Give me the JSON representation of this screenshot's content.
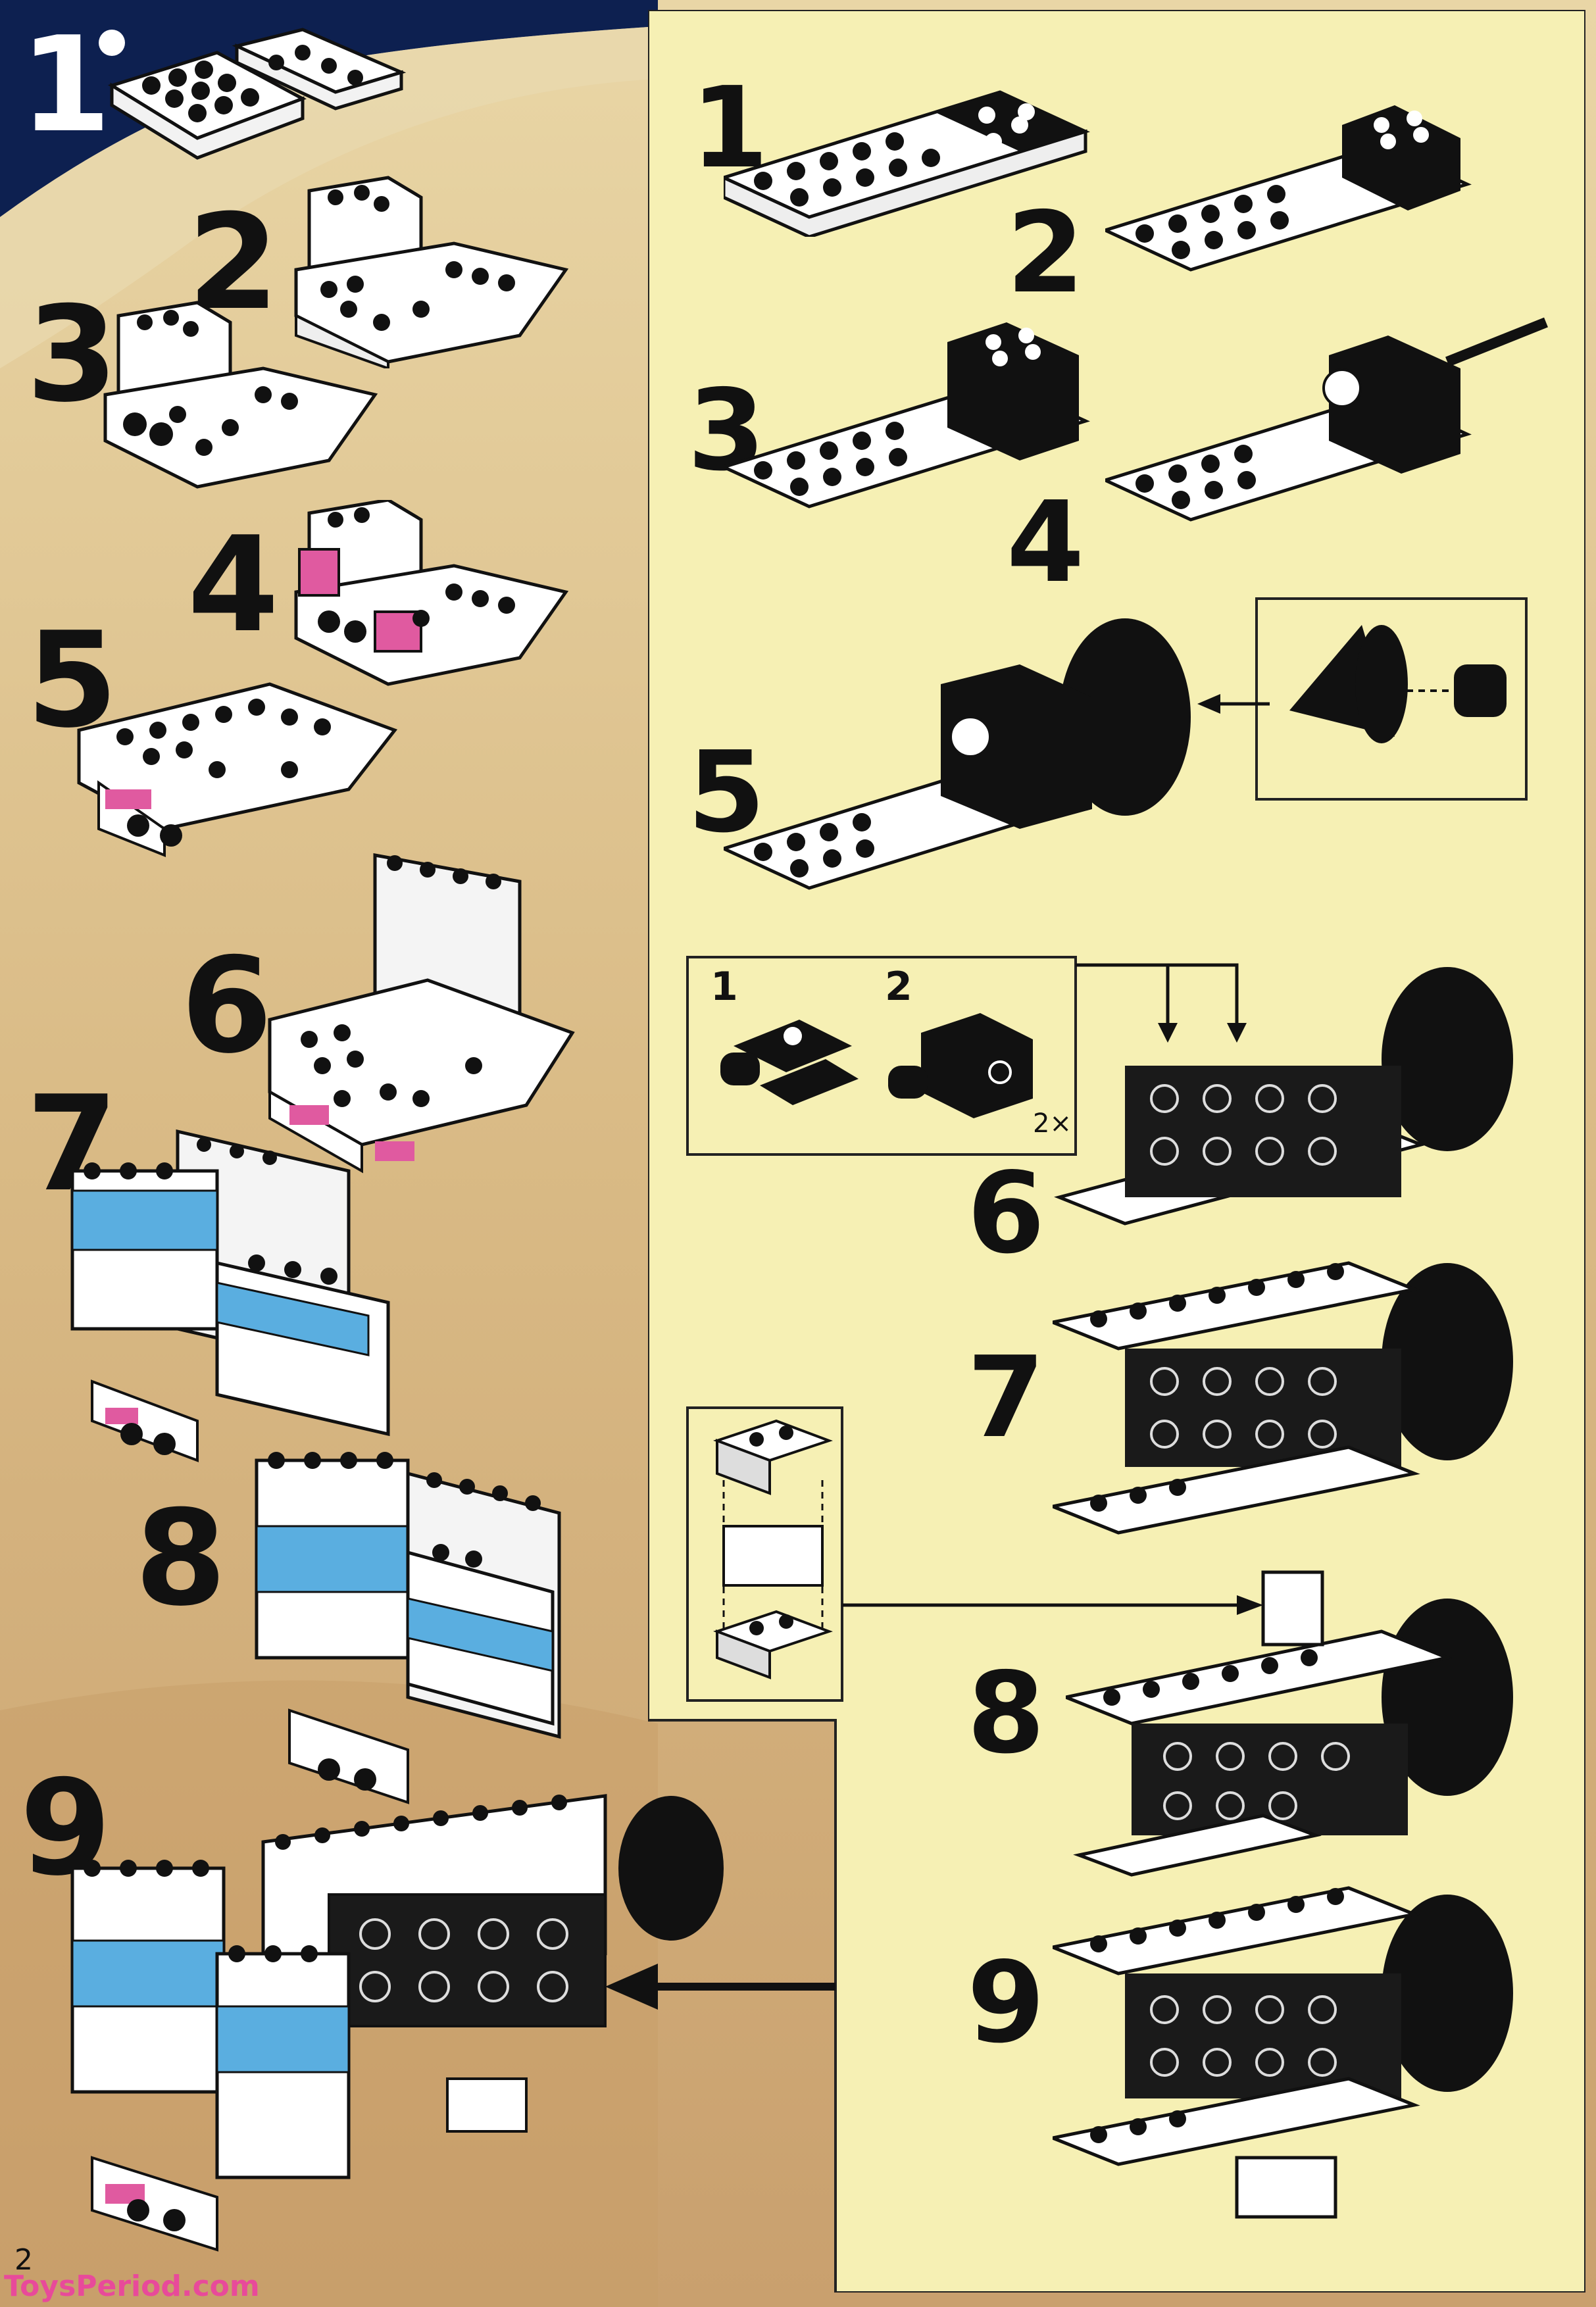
{
  "page": {
    "page_number": "2",
    "watermark": "ToysPeriod.com",
    "booklet_section": "1"
  },
  "colors": {
    "panel": "#f6f0b4",
    "sky": "#0d2050",
    "sand": "#d8b98a",
    "brick_white": "#ffffff",
    "brick_black": "#111111",
    "accent_blue": "#5aaee0",
    "accent_pink": "#e05aa0"
  },
  "left_steps": [
    "1",
    "2",
    "3",
    "4",
    "5",
    "6",
    "7",
    "8",
    "9"
  ],
  "right_steps": [
    "1",
    "2",
    "3",
    "4",
    "5",
    "6",
    "7",
    "8",
    "9"
  ],
  "sub_steps": {
    "one": "1",
    "two": "2",
    "quantity": "2×"
  }
}
